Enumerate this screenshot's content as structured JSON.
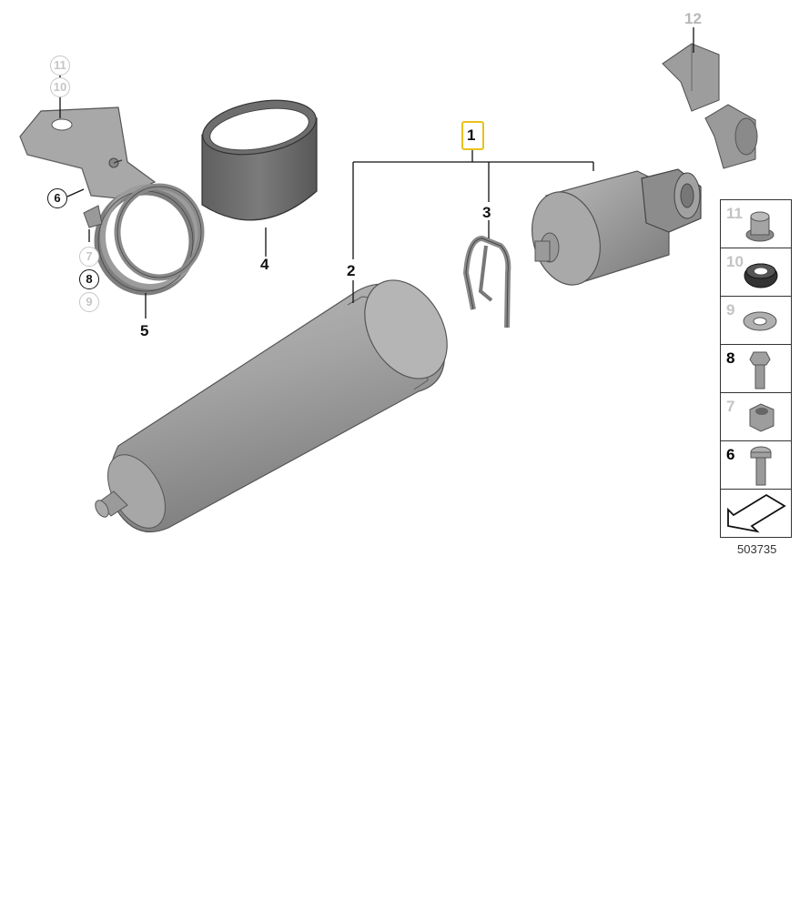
{
  "diagram": {
    "callouts": {
      "p1": "1",
      "p2": "2",
      "p3": "3",
      "p4": "4",
      "p5": "5",
      "p12": "12"
    },
    "circled": {
      "c11": "11",
      "c10": "10",
      "c6": "6",
      "c7": "7",
      "c8": "8",
      "c9": "9"
    },
    "legend": [
      {
        "num": "11",
        "muted": true
      },
      {
        "num": "10",
        "muted": true
      },
      {
        "num": "9",
        "muted": true
      },
      {
        "num": "8",
        "muted": false
      },
      {
        "num": "7",
        "muted": true
      },
      {
        "num": "6",
        "muted": false
      },
      {
        "num": "",
        "muted": false
      }
    ],
    "catalog_number": "503735",
    "colors": {
      "highlight": "#e8c21c",
      "part_fill": "#9a9a9a",
      "part_dark": "#6f6f6f",
      "muted_text": "#c3c3c3"
    },
    "icons": [
      "bracket-clamp-icon",
      "rubber-sleeve-icon",
      "fuel-filter-icon",
      "retaining-clip-icon",
      "pressure-regulator-icon",
      "holder-clips-icon",
      "nut-icon",
      "grommet-icon",
      "lock-washer-icon",
      "hex-bolt-icon",
      "hex-nut-icon",
      "torx-screw-icon",
      "arrow-icon"
    ]
  }
}
